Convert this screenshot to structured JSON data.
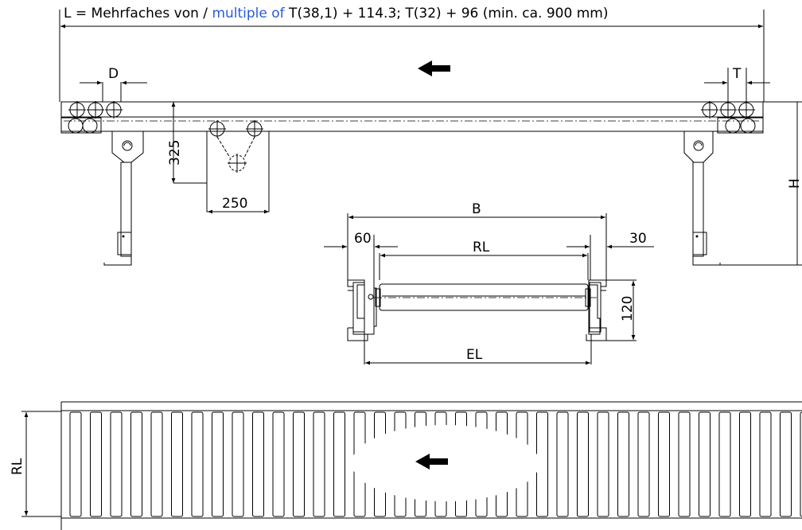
{
  "title": {
    "prefix": "L = Mehrfaches von / ",
    "highlight": "multiple of",
    "suffix": "  T(38,1) + 114.3; T(32) + 96 (min. ca. 900 mm)",
    "highlight_color": "#2a5bd7"
  },
  "labels": {
    "d": "D",
    "t": "T",
    "h": "H",
    "height_325": "325",
    "width_250": "250",
    "b": "B",
    "off_60": "60",
    "off_30": "30",
    "rl_top": "RL",
    "el": "EL",
    "h_120": "120",
    "rl_side": "RL"
  },
  "icons": {
    "direction": "left-arrow-icon"
  }
}
